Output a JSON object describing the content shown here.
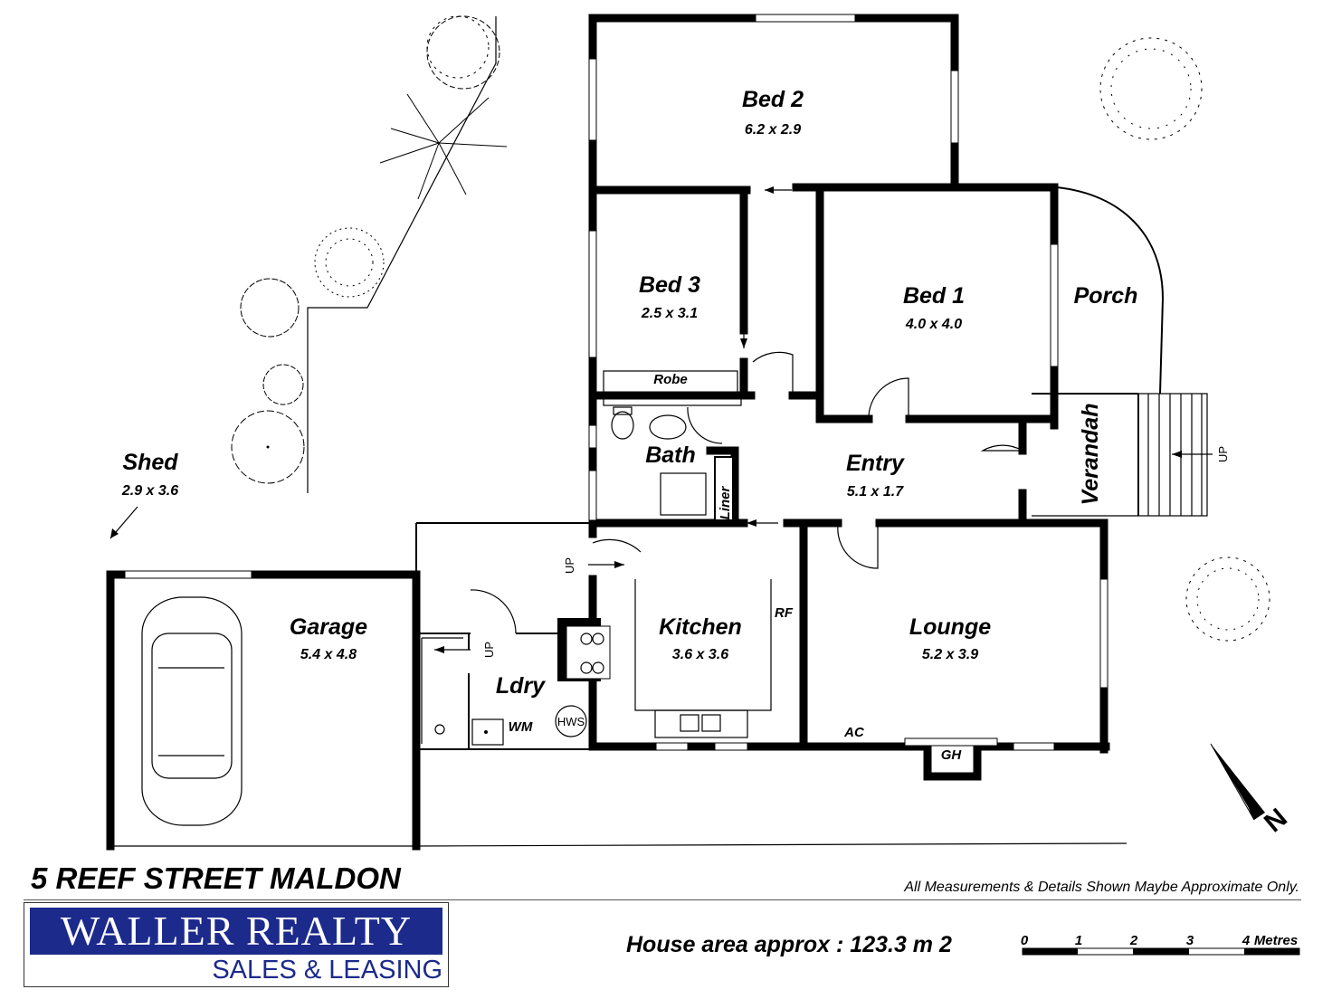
{
  "rooms": {
    "bed2": {
      "name": "Bed 2",
      "dims": "6.2 x 2.9"
    },
    "bed3": {
      "name": "Bed 3",
      "dims": "2.5 x 3.1"
    },
    "bed1": {
      "name": "Bed 1",
      "dims": "4.0 x 4.0"
    },
    "porch": {
      "name": "Porch"
    },
    "robe": {
      "name": "Robe"
    },
    "bath": {
      "name": "Bath"
    },
    "liner": {
      "name": "Liner"
    },
    "entry": {
      "name": "Entry",
      "dims": "5.1 x 1.7"
    },
    "verandah": {
      "name": "Verandah"
    },
    "shed": {
      "name": "Shed",
      "dims": "2.9 x 3.6"
    },
    "garage": {
      "name": "Garage",
      "dims": "5.4 x 4.8"
    },
    "kitchen": {
      "name": "Kitchen",
      "dims": "3.6 x 3.6"
    },
    "lounge": {
      "name": "Lounge",
      "dims": "5.2 x 3.9"
    },
    "ldry": {
      "name": "Ldry"
    }
  },
  "fixtures": {
    "rf": "RF",
    "wm": "WM",
    "hws": "HWS",
    "ac": "AC",
    "gh": "GH",
    "up": "UP"
  },
  "footer": {
    "address": "5 REEF STREET MALDON",
    "disclaimer": "All Measurements & Details Shown Maybe Approximate Only.",
    "house_area": "House area approx : 123.3 m 2",
    "brand": "WALLER REALTY",
    "tagline": "SALES & LEASING"
  },
  "scale_bar": {
    "labels": [
      "0",
      "1",
      "2",
      "3",
      "4"
    ],
    "unit": "Metres"
  },
  "compass": {
    "label": "N"
  }
}
